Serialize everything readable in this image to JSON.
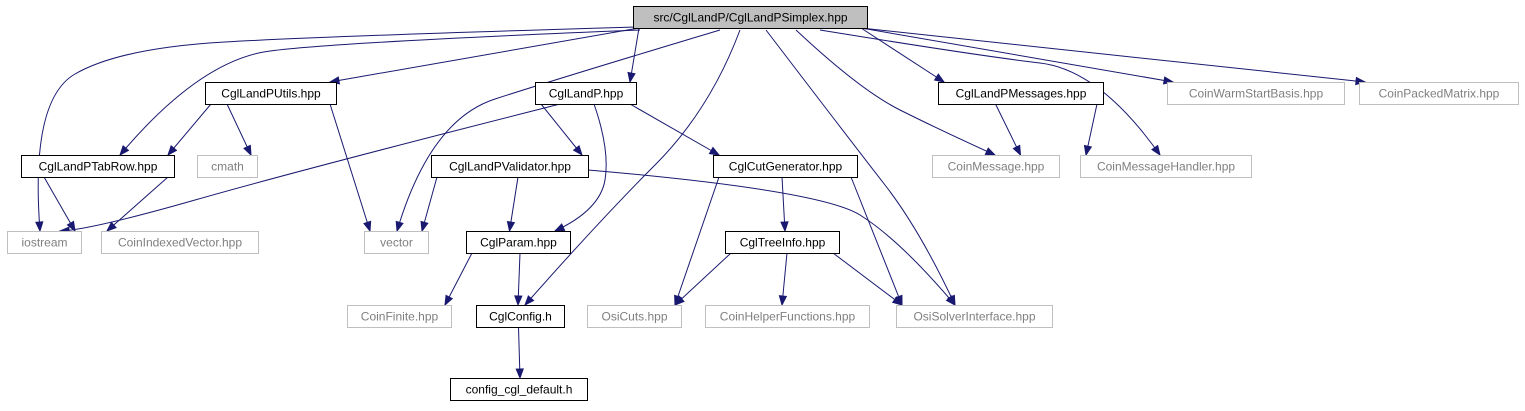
{
  "graph": {
    "nodes": [
      {
        "id": "root",
        "label": "src/CglLandP/CglLandPSimplex.hpp",
        "kind": "root"
      },
      {
        "id": "utils",
        "label": "CglLandPUtils.hpp",
        "kind": "local"
      },
      {
        "id": "landp",
        "label": "CglLandP.hpp",
        "kind": "local"
      },
      {
        "id": "messages",
        "label": "CglLandPMessages.hpp",
        "kind": "local"
      },
      {
        "id": "wsbasis",
        "label": "CoinWarmStartBasis.hpp",
        "kind": "external"
      },
      {
        "id": "packed",
        "label": "CoinPackedMatrix.hpp",
        "kind": "external"
      },
      {
        "id": "tabrow",
        "label": "CglLandPTabRow.hpp",
        "kind": "local"
      },
      {
        "id": "cmath",
        "label": "cmath",
        "kind": "external"
      },
      {
        "id": "validator",
        "label": "CglLandPValidator.hpp",
        "kind": "local"
      },
      {
        "id": "cutgen",
        "label": "CglCutGenerator.hpp",
        "kind": "local"
      },
      {
        "id": "coinmsg",
        "label": "CoinMessage.hpp",
        "kind": "external"
      },
      {
        "id": "msghandler",
        "label": "CoinMessageHandler.hpp",
        "kind": "external"
      },
      {
        "id": "iostream",
        "label": "iostream",
        "kind": "external"
      },
      {
        "id": "indexed",
        "label": "CoinIndexedVector.hpp",
        "kind": "external"
      },
      {
        "id": "vector",
        "label": "vector",
        "kind": "external"
      },
      {
        "id": "param",
        "label": "CglParam.hpp",
        "kind": "local"
      },
      {
        "id": "treeinfo",
        "label": "CglTreeInfo.hpp",
        "kind": "local"
      },
      {
        "id": "finite",
        "label": "CoinFinite.hpp",
        "kind": "external"
      },
      {
        "id": "config",
        "label": "CglConfig.h",
        "kind": "local"
      },
      {
        "id": "osicuts",
        "label": "OsiCuts.hpp",
        "kind": "external"
      },
      {
        "id": "helper",
        "label": "CoinHelperFunctions.hpp",
        "kind": "external"
      },
      {
        "id": "solver",
        "label": "OsiSolverInterface.hpp",
        "kind": "external"
      },
      {
        "id": "cfgdefault",
        "label": "config_cgl_default.h",
        "kind": "local"
      }
    ],
    "edges": [
      {
        "from": "root",
        "to": "utils"
      },
      {
        "from": "root",
        "to": "tabrow"
      },
      {
        "from": "root",
        "to": "iostream"
      },
      {
        "from": "root",
        "to": "landp"
      },
      {
        "from": "root",
        "to": "vector"
      },
      {
        "from": "root",
        "to": "config"
      },
      {
        "from": "root",
        "to": "solver"
      },
      {
        "from": "root",
        "to": "coinmsg"
      },
      {
        "from": "root",
        "to": "messages"
      },
      {
        "from": "root",
        "to": "msghandler"
      },
      {
        "from": "root",
        "to": "wsbasis"
      },
      {
        "from": "root",
        "to": "packed"
      },
      {
        "from": "utils",
        "to": "tabrow"
      },
      {
        "from": "utils",
        "to": "cmath"
      },
      {
        "from": "utils",
        "to": "vector"
      },
      {
        "from": "tabrow",
        "to": "iostream"
      },
      {
        "from": "tabrow",
        "to": "indexed"
      },
      {
        "from": "landp",
        "to": "iostream"
      },
      {
        "from": "landp",
        "to": "validator"
      },
      {
        "from": "landp",
        "to": "param"
      },
      {
        "from": "landp",
        "to": "cutgen"
      },
      {
        "from": "validator",
        "to": "vector"
      },
      {
        "from": "validator",
        "to": "param"
      },
      {
        "from": "validator",
        "to": "solver"
      },
      {
        "from": "param",
        "to": "finite"
      },
      {
        "from": "param",
        "to": "config"
      },
      {
        "from": "config",
        "to": "cfgdefault"
      },
      {
        "from": "cutgen",
        "to": "osicuts"
      },
      {
        "from": "cutgen",
        "to": "treeinfo"
      },
      {
        "from": "cutgen",
        "to": "solver"
      },
      {
        "from": "treeinfo",
        "to": "osicuts"
      },
      {
        "from": "treeinfo",
        "to": "helper"
      },
      {
        "from": "treeinfo",
        "to": "solver"
      },
      {
        "from": "messages",
        "to": "coinmsg"
      },
      {
        "from": "messages",
        "to": "msghandler"
      }
    ]
  },
  "colors": {
    "edge": "#191970",
    "local_border": "#000000",
    "external_border": "#bfbfbf",
    "external_text": "#7f7f7f",
    "root_fill": "#bfbfbf"
  }
}
